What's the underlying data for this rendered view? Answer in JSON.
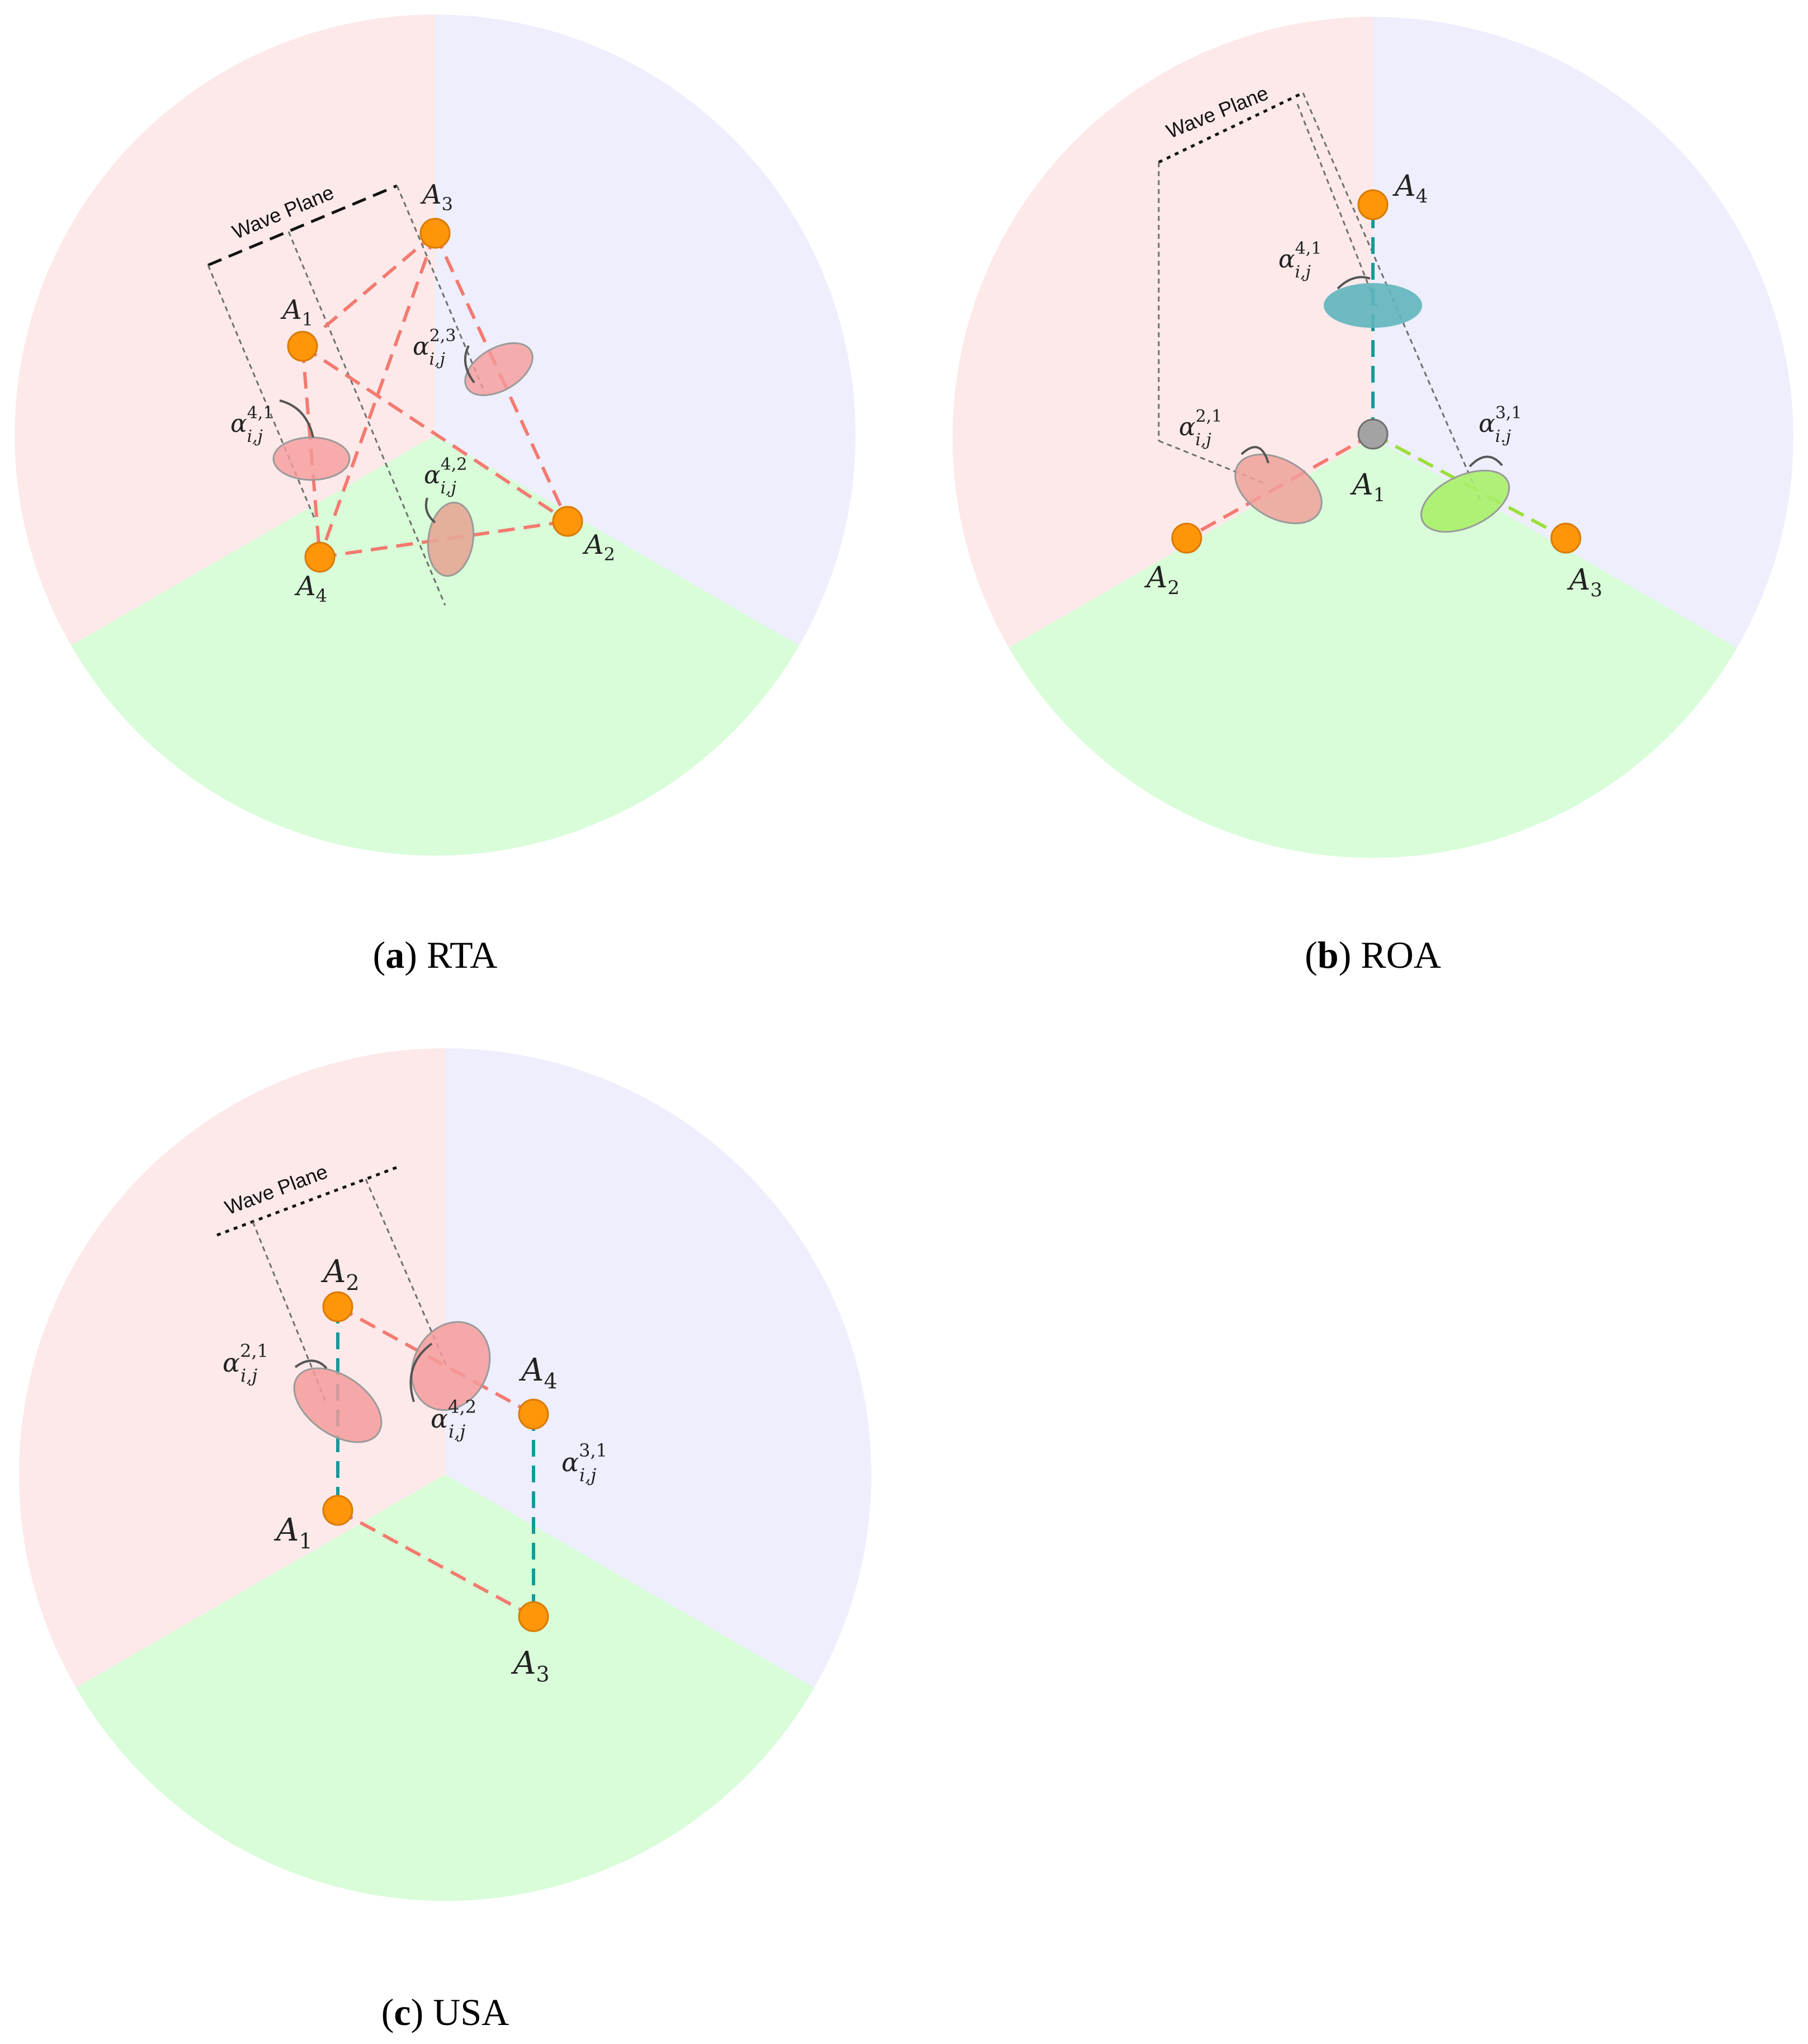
{
  "colors": {
    "sector_pink": "#fde9ea",
    "sector_blue": "#eeeefd",
    "sector_green": "#d8fdd8",
    "antenna_fill": "#ff9509",
    "antenna_stroke": "#d97a00",
    "ref_antenna_fill": "#a3a3a3",
    "baseline_pink": "#f47a70",
    "baseline_teal": "#17999a",
    "baseline_lime": "#9be03a",
    "ellipse_pink": "#f59b9b",
    "ellipse_teal": "#5fb5bd",
    "ellipse_lime": "#a8f06a"
  },
  "panels": [
    {
      "id": "a",
      "caption_letter": "a",
      "caption_text": "RTA",
      "wave_plane_label": "Wave Plane",
      "antennas": [
        {
          "name": "A",
          "sub": "1"
        },
        {
          "name": "A",
          "sub": "2"
        },
        {
          "name": "A",
          "sub": "3"
        },
        {
          "name": "A",
          "sub": "4"
        }
      ],
      "angles": [
        {
          "base": "α",
          "sub": "i,j",
          "sup": "4,1"
        },
        {
          "base": "α",
          "sub": "i,j",
          "sup": "2,3"
        },
        {
          "base": "α",
          "sub": "i,j",
          "sup": "4,2"
        }
      ]
    },
    {
      "id": "b",
      "caption_letter": "b",
      "caption_text": "ROA",
      "wave_plane_label": "Wave Plane",
      "antennas": [
        {
          "name": "A",
          "sub": "1"
        },
        {
          "name": "A",
          "sub": "2"
        },
        {
          "name": "A",
          "sub": "3"
        },
        {
          "name": "A",
          "sub": "4"
        }
      ],
      "angles": [
        {
          "base": "α",
          "sub": "i,j",
          "sup": "4,1"
        },
        {
          "base": "α",
          "sub": "i,j",
          "sup": "2,1"
        },
        {
          "base": "α",
          "sub": "i.j",
          "sup": "3,1"
        }
      ]
    },
    {
      "id": "c",
      "caption_letter": "c",
      "caption_text": "USA",
      "wave_plane_label": "Wave Plane",
      "antennas": [
        {
          "name": "A",
          "sub": "1"
        },
        {
          "name": "A",
          "sub": "2"
        },
        {
          "name": "A",
          "sub": "3"
        },
        {
          "name": "A",
          "sub": "4"
        }
      ],
      "angles": [
        {
          "base": "α",
          "sub": "i,j",
          "sup": "2,1"
        },
        {
          "base": "α",
          "sub": "i,j",
          "sup": "4,2"
        },
        {
          "base": "α",
          "sub": "i,j",
          "sup": "3,1"
        }
      ]
    }
  ]
}
